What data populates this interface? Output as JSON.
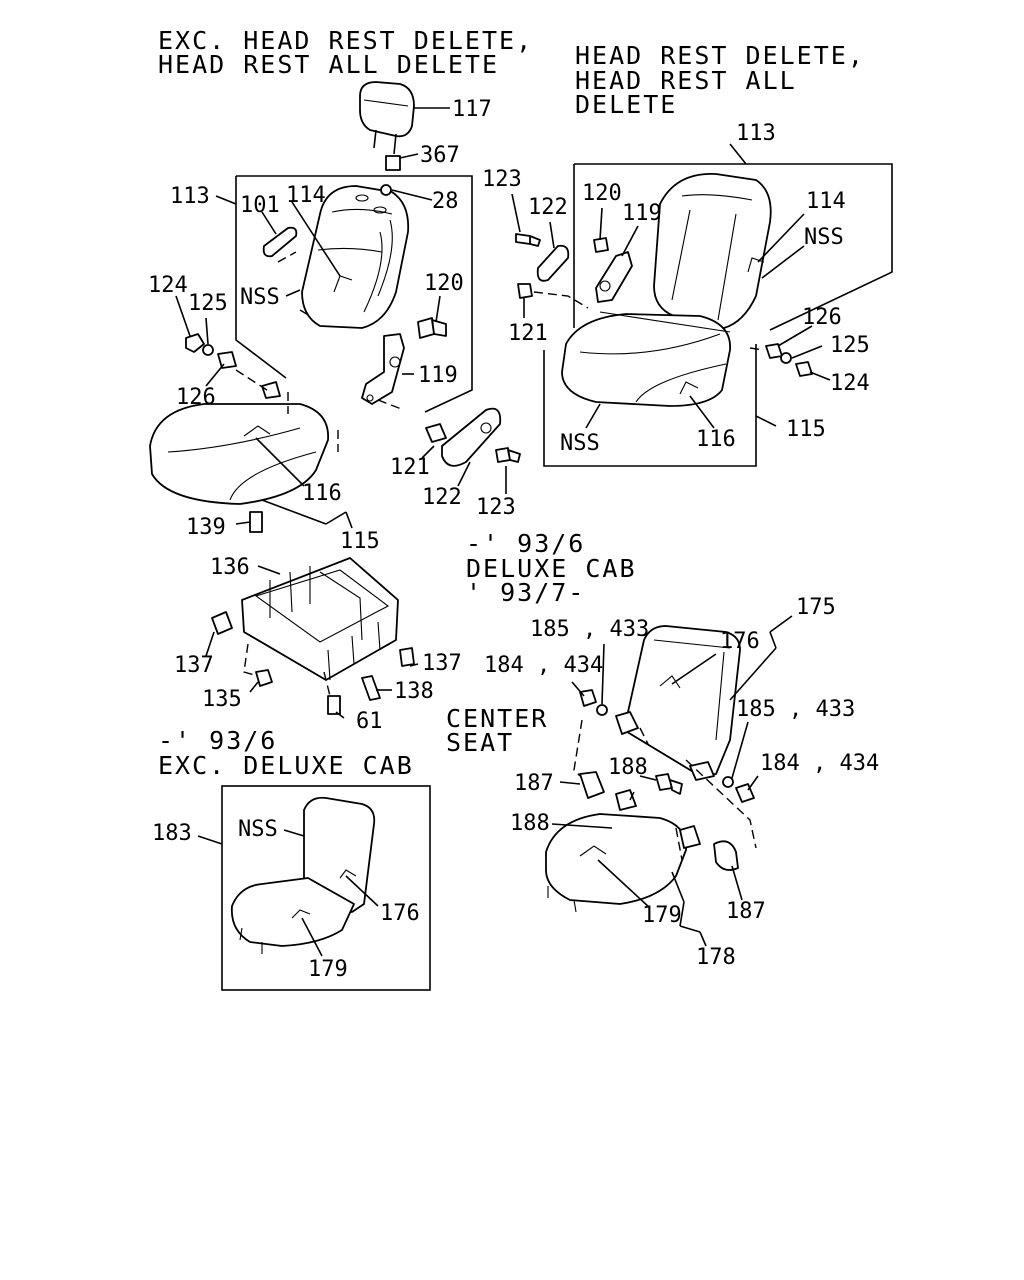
{
  "headers": {
    "left_l1": "EXC. HEAD REST DELETE,",
    "left_l2": "HEAD REST ALL DELETE",
    "right_l1": "HEAD REST DELETE,",
    "right_l2": "HEAD REST ALL",
    "right_l3": "DELETE",
    "mid_l1": "-' 93/6",
    "mid_l2": "DELUXE CAB",
    "mid_l3": "' 93/7-",
    "low_l1": "-' 93/6",
    "low_l2": "EXC. DELUXE CAB",
    "center_l1": "CENTER",
    "center_l2": "SEAT"
  },
  "callouts": {
    "c117": "117",
    "c367": "367",
    "c28": "28",
    "c113a": "113",
    "c101": "101",
    "c114a": "114",
    "c120a": "120",
    "c124a": "124",
    "c125a": "125",
    "nss_a": "NSS",
    "c119a": "119",
    "c126a": "126",
    "c121a": "121",
    "c122a": "122",
    "c123a": "123",
    "c116a": "116",
    "c115a": "115",
    "c139": "139",
    "c113b": "113",
    "c123b": "123",
    "c122b": "122",
    "c120b": "120",
    "c119b": "119",
    "c114b": "114",
    "nss_b": "NSS",
    "c121b": "121",
    "c126b": "126",
    "c125b": "125",
    "c124b": "124",
    "nss_c": "NSS",
    "c116b": "116",
    "c115b": "115",
    "c136": "136",
    "c137a": "137",
    "c137b": "137",
    "c135": "135",
    "c138": "138",
    "c61": "61",
    "c175": "175",
    "c185a": "185 , 433",
    "c176a": "176",
    "c184a": "184 , 434",
    "c185b": "185 , 433",
    "c184b": "184 , 434",
    "c187a": "187",
    "c188a": "188",
    "c188b": "188",
    "c179a": "179",
    "c187b": "187",
    "c178": "178",
    "c183": "183",
    "nss_d": "NSS",
    "c176b": "176",
    "c179b": "179"
  }
}
